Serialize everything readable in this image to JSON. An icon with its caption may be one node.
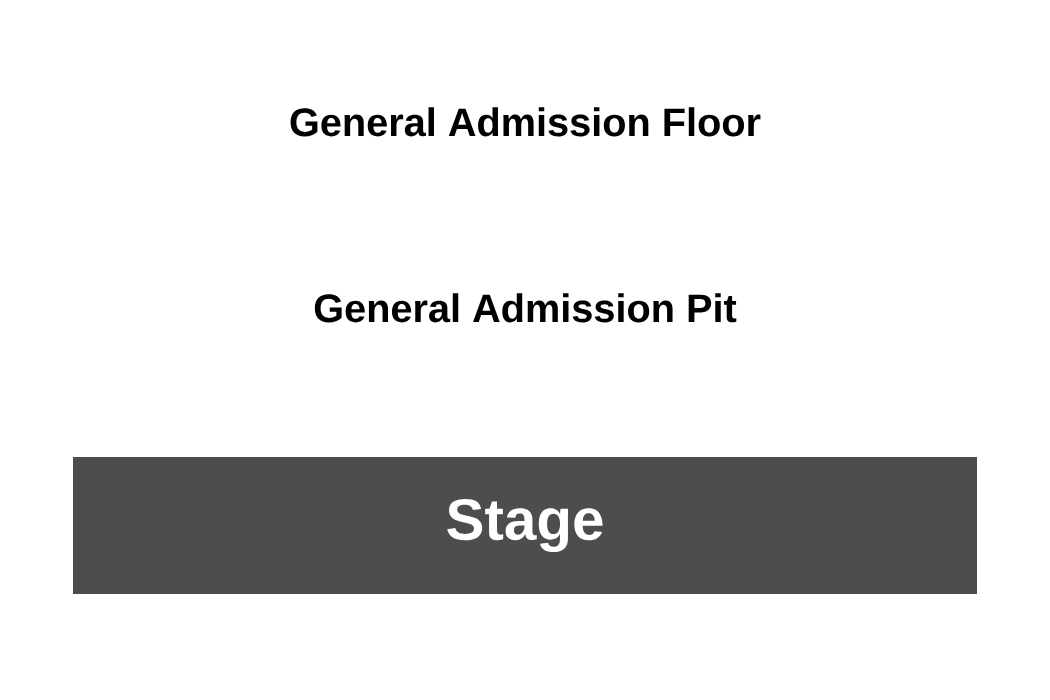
{
  "diagram": {
    "nodes": [
      {
        "text": [
          "Stage"
        ]
      }
    ],
    "labels": [
      "General Admission Floor",
      "General Admission Pit"
    ]
  }
}
